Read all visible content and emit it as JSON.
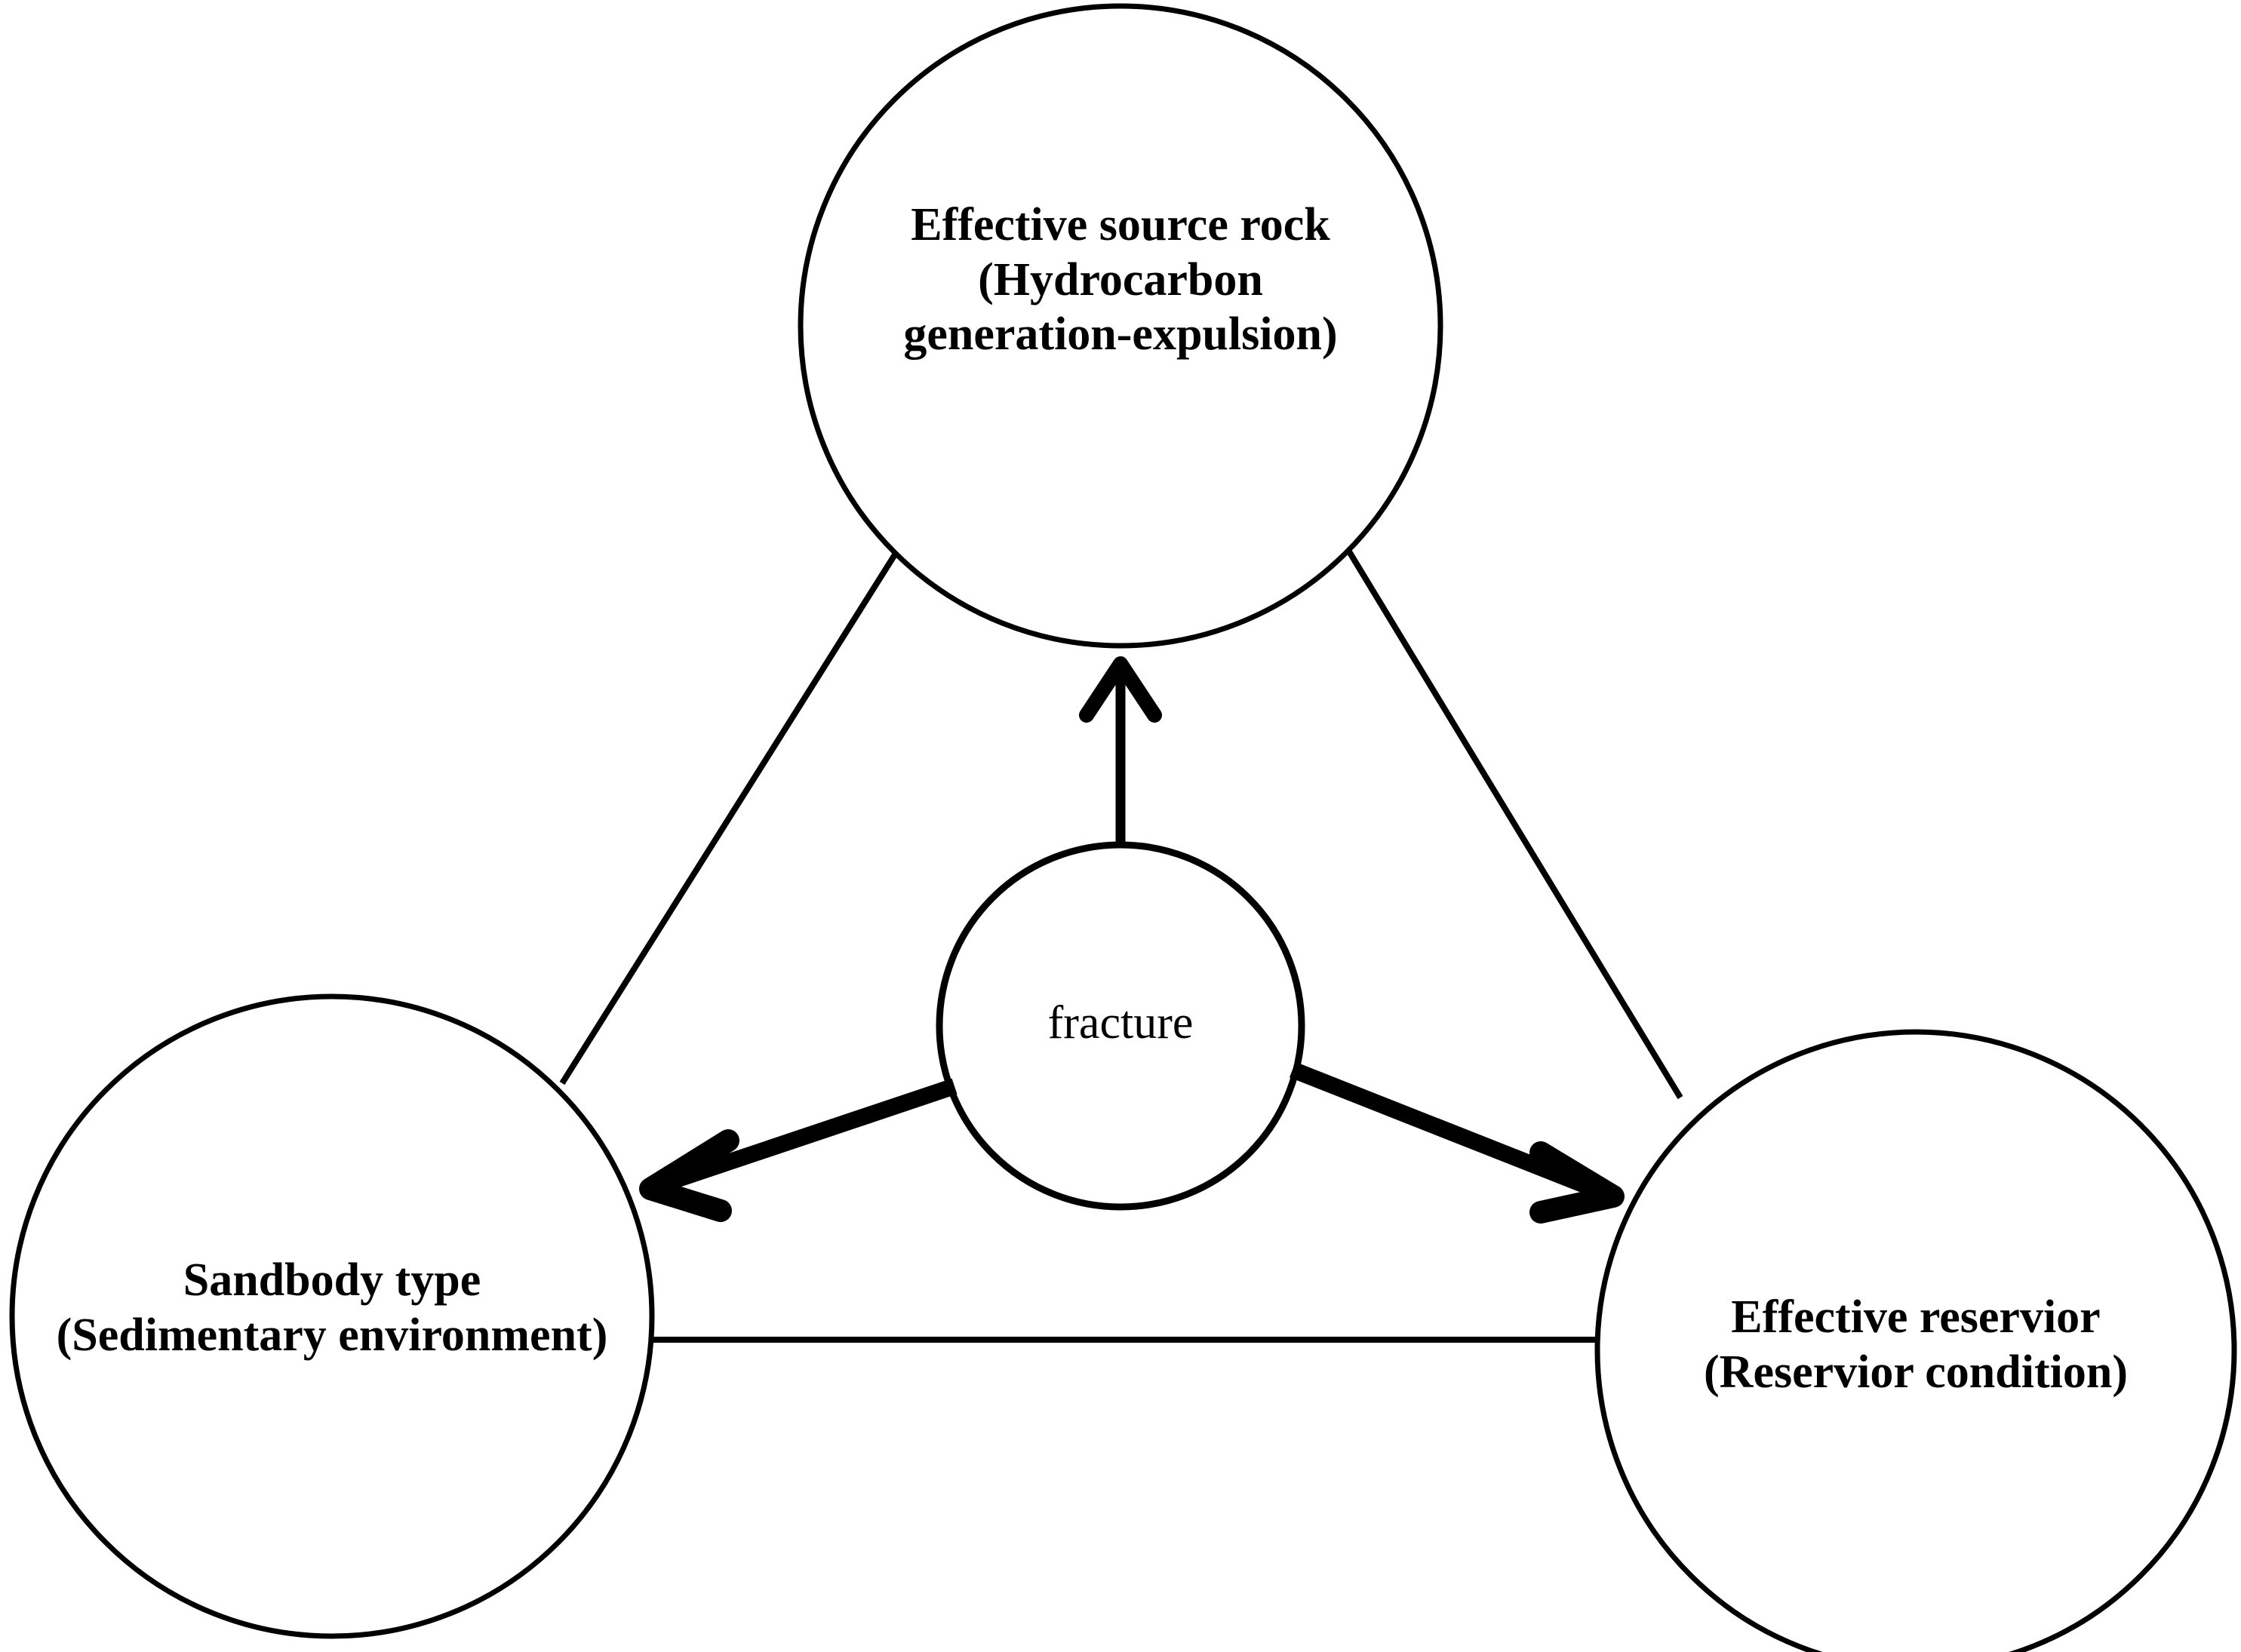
{
  "diagram": {
    "type": "concept-venn-triangle",
    "background_color": "#ffffff",
    "stroke_color": "#000000",
    "nodes": [
      {
        "id": "source-rock",
        "position": "top",
        "lines": [
          "Effective source rock",
          "(Hydrocarbon",
          "generation-expulsion)"
        ],
        "line1": "Effective source rock",
        "line2": "(Hydrocarbon",
        "line3": "generation-expulsion)",
        "bold": true
      },
      {
        "id": "sandbody",
        "position": "bottom-left",
        "lines": [
          "Sandbody type",
          "(Sedimentary environment)"
        ],
        "line1": "Sandbody type",
        "line2": "(Sedimentary environment)",
        "bold": true
      },
      {
        "id": "reservoir",
        "position": "bottom-right",
        "lines": [
          "Effective reservior",
          "(Reservior condition)"
        ],
        "line1": "Effective reservior",
        "line2": "(Reservior condition)",
        "bold": true
      },
      {
        "id": "fracture",
        "position": "center",
        "lines": [
          "fracture"
        ],
        "line1": "fracture",
        "bold": false
      }
    ],
    "edges": [
      {
        "id": "sandbody-to-source-rock",
        "from": "sandbody",
        "to": "source-rock",
        "style": "plain-line",
        "arrow": false
      },
      {
        "id": "source-rock-to-reservoir",
        "from": "source-rock",
        "to": "reservoir",
        "style": "plain-line",
        "arrow": false
      },
      {
        "id": "sandbody-to-reservoir",
        "from": "sandbody",
        "to": "reservoir",
        "style": "plain-line",
        "arrow": false
      },
      {
        "id": "fracture-to-source-rock",
        "from": "fracture",
        "to": "source-rock",
        "style": "arrow-thin",
        "arrow": true
      },
      {
        "id": "fracture-to-sandbody",
        "from": "fracture",
        "to": "sandbody",
        "style": "arrow-thick",
        "arrow": true
      },
      {
        "id": "fracture-to-reservoir",
        "from": "fracture",
        "to": "reservoir",
        "style": "arrow-thick",
        "arrow": true
      }
    ]
  }
}
